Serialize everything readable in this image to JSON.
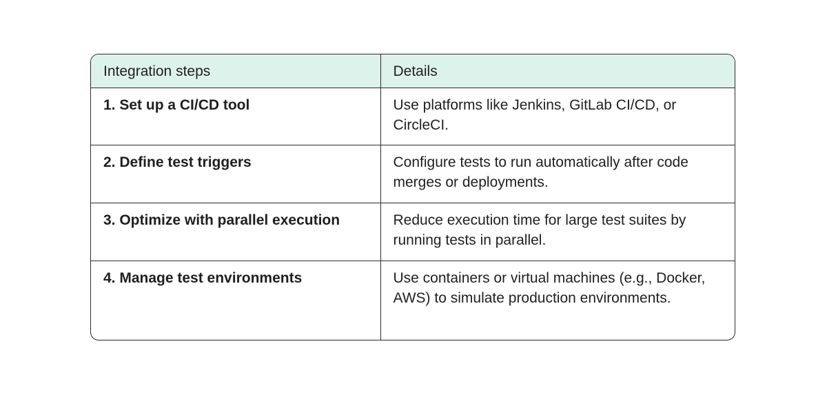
{
  "table": {
    "headers": [
      "Integration steps",
      "Details"
    ],
    "rows": [
      {
        "step": "1. Set up a CI/CD tool",
        "details": "Use platforms like Jenkins, GitLab CI/CD, or CircleCI."
      },
      {
        "step": "2. Define test triggers",
        "details": "Configure tests to run automatically after code merges or deployments."
      },
      {
        "step": "3. Optimize with parallel execution",
        "details": "Reduce execution time for large test suites by running tests in parallel."
      },
      {
        "step": "4. Manage test environments",
        "details": "Use containers or virtual machines (e.g., Docker, AWS) to simulate production environments."
      }
    ]
  },
  "colors": {
    "header_background": "#ddf2ea",
    "border": "#2b2b2b",
    "text": "#1f1f1f"
  }
}
